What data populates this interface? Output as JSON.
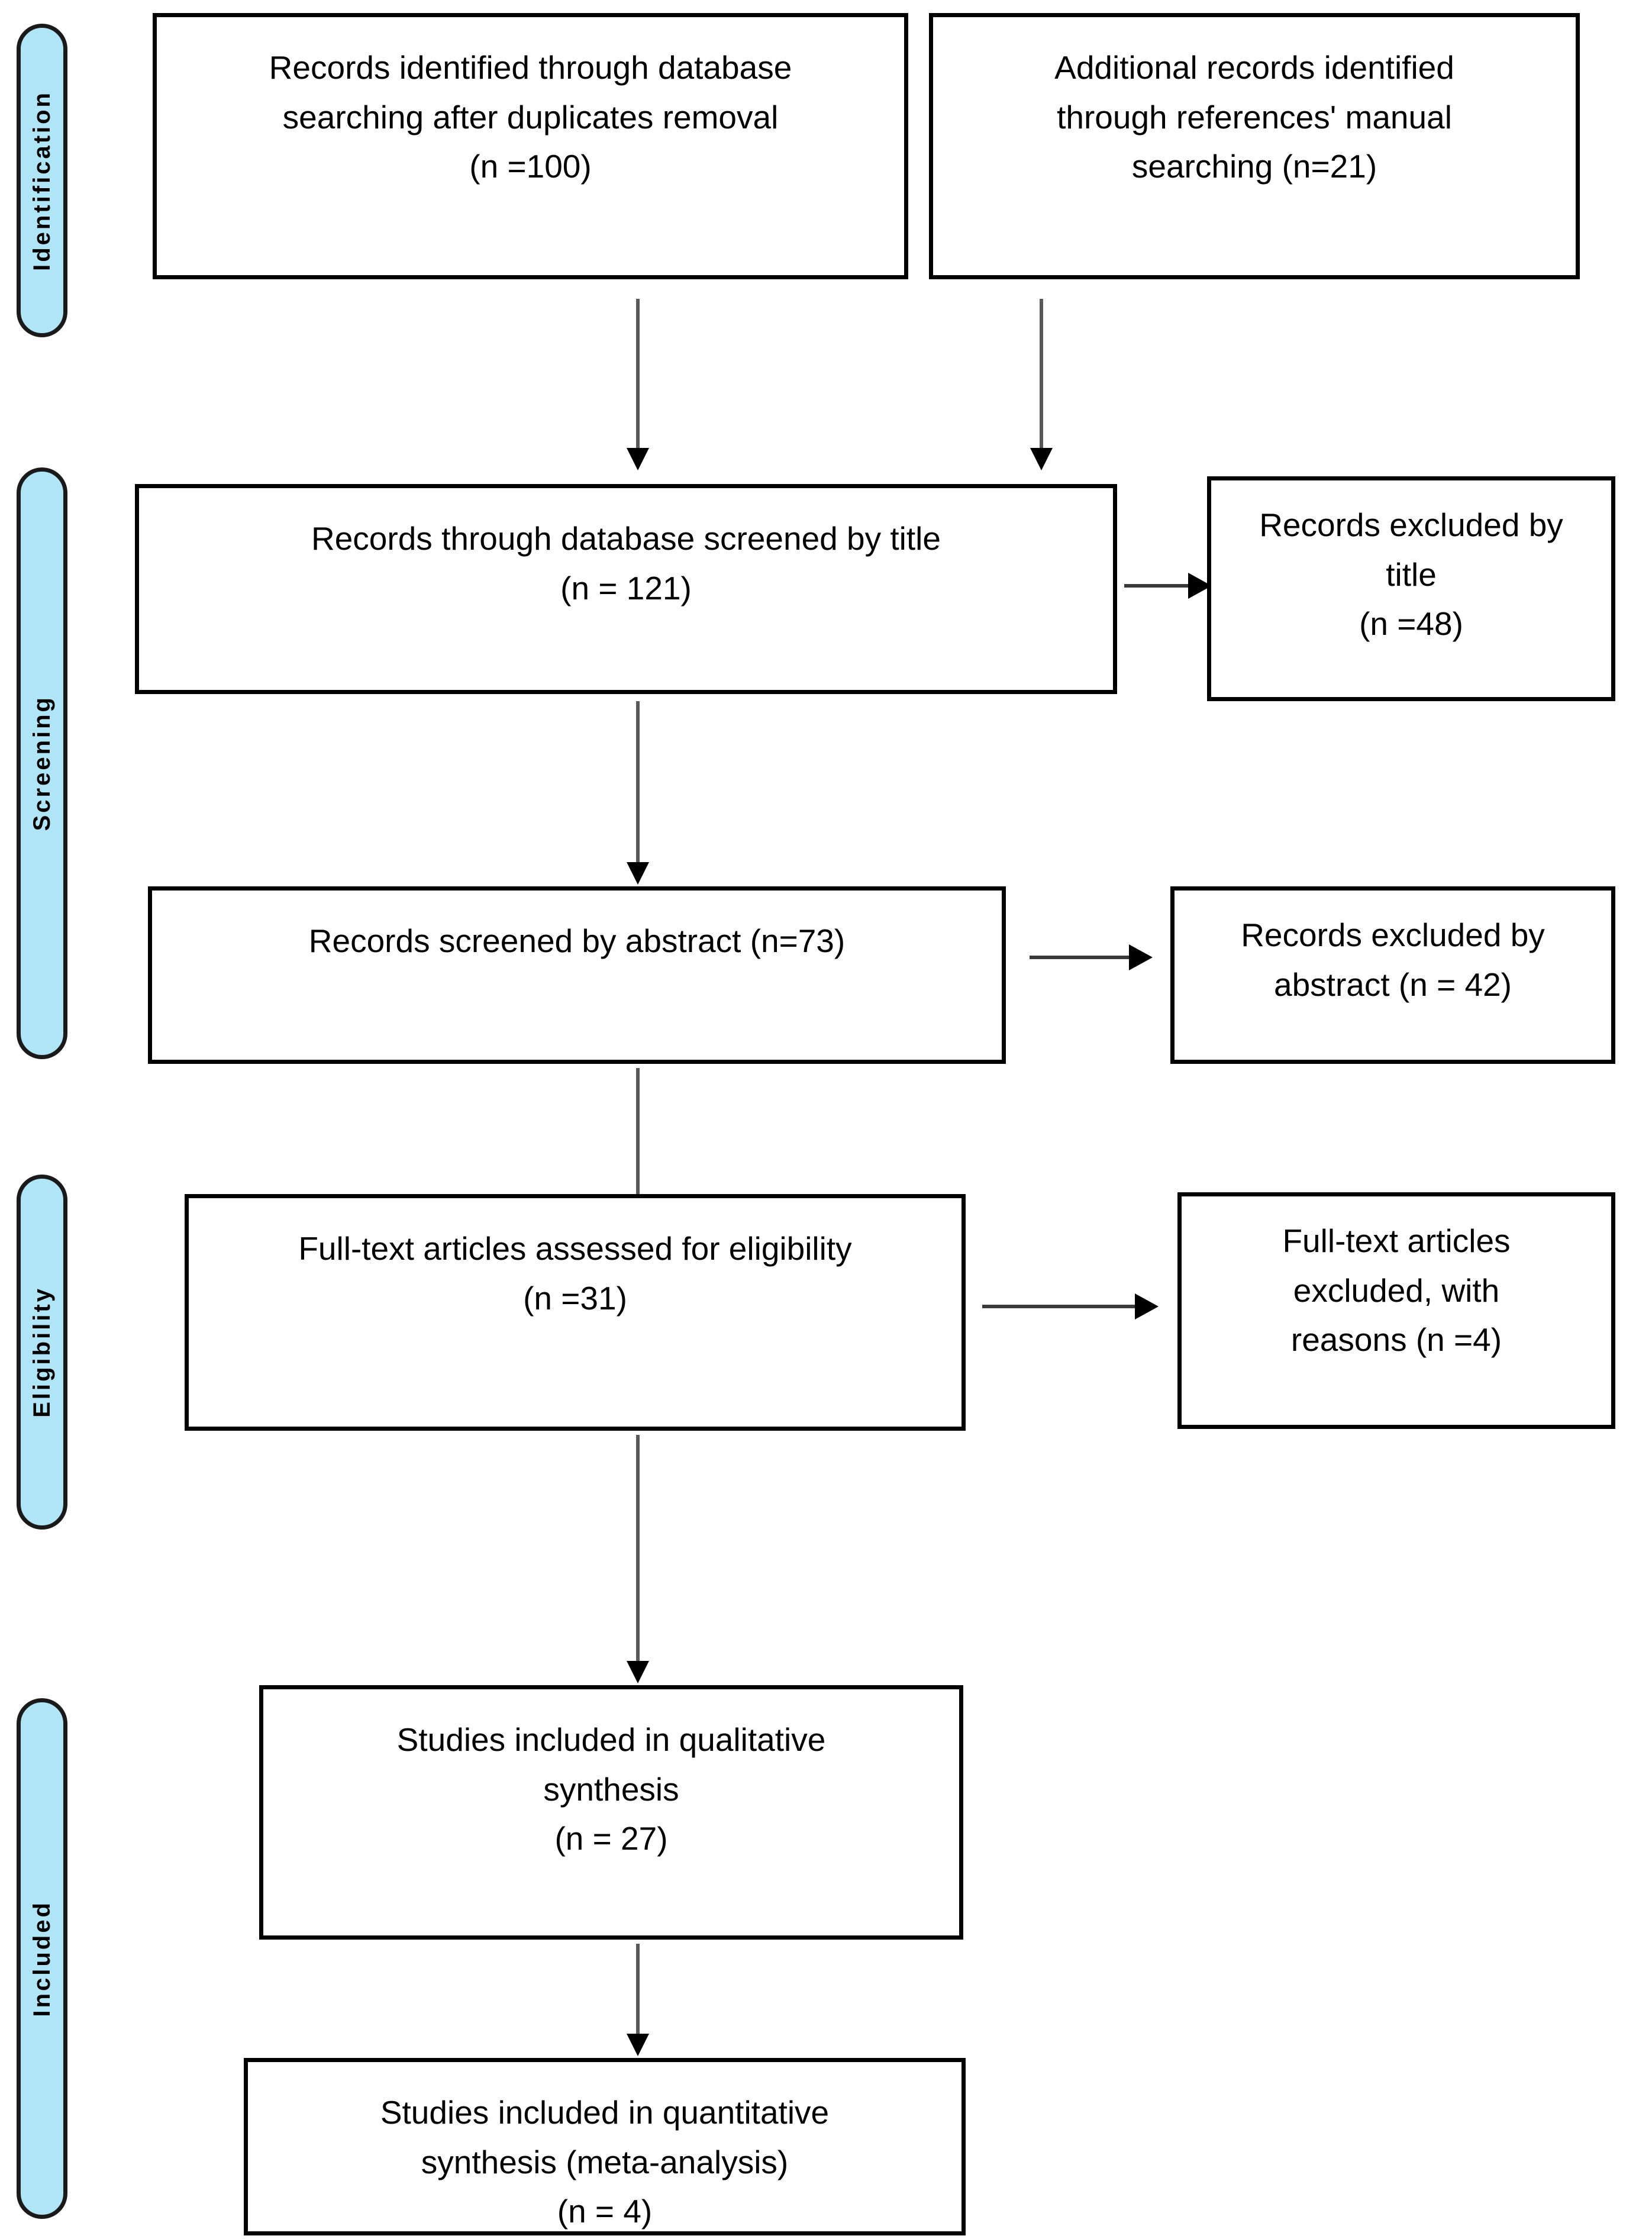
{
  "diagram": {
    "type": "PRISMA flow diagram",
    "accent_color": "#b0e4f7",
    "border_color": "#000000",
    "arrow_color": "#595959",
    "background": "#ffffff"
  },
  "stages": [
    {
      "id": "identification",
      "label": "Identification"
    },
    {
      "id": "screening",
      "label": "Screening"
    },
    {
      "id": "eligibility",
      "label": "Eligibility"
    },
    {
      "id": "included",
      "label": "Included"
    }
  ],
  "boxes": {
    "db_records": {
      "text": "Records identified through database\nsearching after duplicates removal\n(n =100)",
      "n": 100
    },
    "manual_records": {
      "text": "Additional records identified\nthrough references' manual\nsearching (n=21)",
      "n": 21
    },
    "screened_title": {
      "text": "Records through database screened by title\n(n = 121)",
      "n": 121
    },
    "excluded_title": {
      "text": "Records excluded by\ntitle\n(n =48)",
      "n": 48
    },
    "screened_abstract": {
      "text": "Records screened by abstract (n=73)",
      "n": 73
    },
    "excluded_abstract": {
      "text": "Records excluded by\nabstract (n = 42)",
      "n": 42
    },
    "fulltext_assessed": {
      "text": "Full-text articles assessed for eligibility\n(n =31)",
      "n": 31
    },
    "fulltext_excluded": {
      "text": "Full-text articles\nexcluded, with\nreasons (n =4)",
      "n": 4
    },
    "qualitative": {
      "text": "Studies included in qualitative\nsynthesis\n(n = 27)",
      "n": 27
    },
    "quantitative": {
      "text": "Studies included in quantitative\nsynthesis (meta-analysis)\n(n =  4)",
      "n": 4
    }
  },
  "chart_data": {
    "type": "diagram",
    "title": "PRISMA flow diagram",
    "nodes": [
      {
        "id": "db_records",
        "stage": "Identification",
        "label": "Records identified through database searching after duplicates removal",
        "n": 100
      },
      {
        "id": "manual_records",
        "stage": "Identification",
        "label": "Additional records identified through references' manual searching",
        "n": 21
      },
      {
        "id": "screened_title",
        "stage": "Screening",
        "label": "Records through database screened by title",
        "n": 121
      },
      {
        "id": "excluded_title",
        "stage": "Screening",
        "label": "Records excluded by title",
        "n": 48
      },
      {
        "id": "screened_abstract",
        "stage": "Screening",
        "label": "Records screened by abstract",
        "n": 73
      },
      {
        "id": "excluded_abstract",
        "stage": "Screening",
        "label": "Records excluded by abstract",
        "n": 42
      },
      {
        "id": "fulltext_assessed",
        "stage": "Eligibility",
        "label": "Full-text articles assessed for eligibility",
        "n": 31
      },
      {
        "id": "fulltext_excluded",
        "stage": "Eligibility",
        "label": "Full-text articles excluded, with reasons",
        "n": 4
      },
      {
        "id": "qualitative",
        "stage": "Included",
        "label": "Studies included in qualitative synthesis",
        "n": 27
      },
      {
        "id": "quantitative",
        "stage": "Included",
        "label": "Studies included in quantitative synthesis (meta-analysis)",
        "n": 4
      }
    ],
    "edges": [
      {
        "from": "db_records",
        "to": "screened_title",
        "direction": "down"
      },
      {
        "from": "manual_records",
        "to": "screened_title",
        "direction": "down"
      },
      {
        "from": "screened_title",
        "to": "excluded_title",
        "direction": "right"
      },
      {
        "from": "screened_title",
        "to": "screened_abstract",
        "direction": "down"
      },
      {
        "from": "screened_abstract",
        "to": "excluded_abstract",
        "direction": "right"
      },
      {
        "from": "screened_abstract",
        "to": "fulltext_assessed",
        "direction": "down"
      },
      {
        "from": "fulltext_assessed",
        "to": "fulltext_excluded",
        "direction": "right"
      },
      {
        "from": "fulltext_assessed",
        "to": "qualitative",
        "direction": "down"
      },
      {
        "from": "qualitative",
        "to": "quantitative",
        "direction": "down"
      }
    ]
  }
}
